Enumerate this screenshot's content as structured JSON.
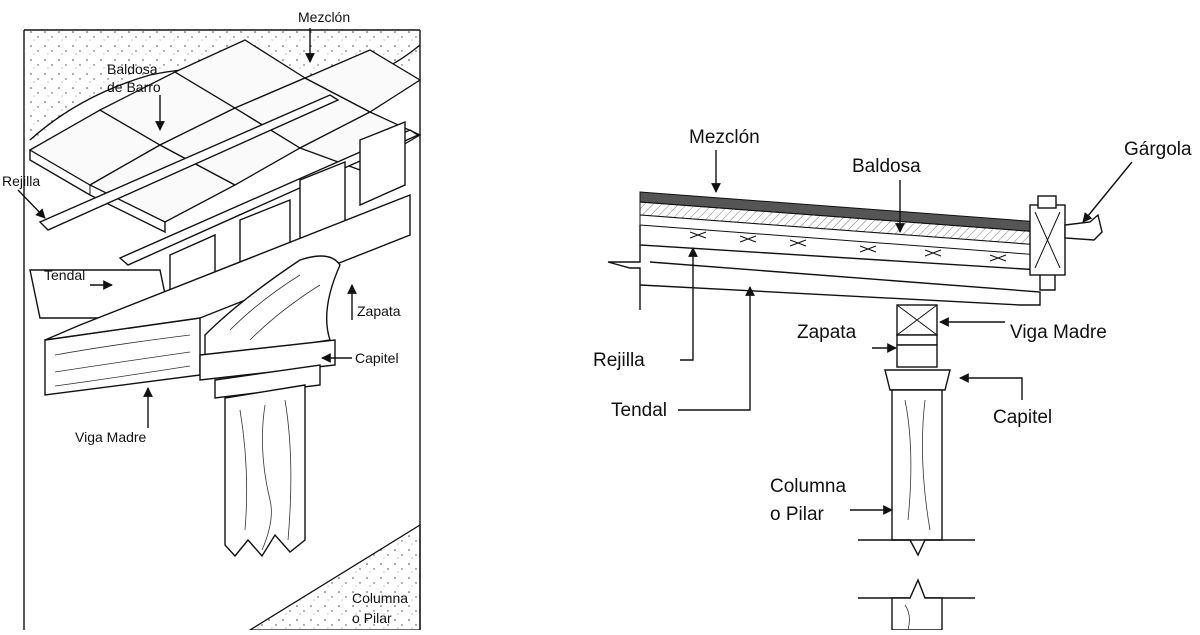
{
  "left_view": {
    "labels": {
      "mezclon": "Mezclón",
      "baldosa_line1": "Baldosa",
      "baldosa_line2": "de Barro",
      "rejilla": "Rejilla",
      "tendal": "Tendal",
      "zapata": "Zapata",
      "capitel": "Capitel",
      "viga_madre": "Viga Madre",
      "columna_line1": "Columna",
      "columna_line2": "o Pilar"
    }
  },
  "right_view": {
    "labels": {
      "mezclon": "Mezclón",
      "baldosa": "Baldosa",
      "gargola": "Gárgola",
      "zapata": "Zapata",
      "viga_madre": "Viga Madre",
      "rejilla": "Rejilla",
      "capitel": "Capitel",
      "tendal": "Tendal",
      "columna_line1": "Columna",
      "columna_line2": "o Pilar"
    }
  }
}
